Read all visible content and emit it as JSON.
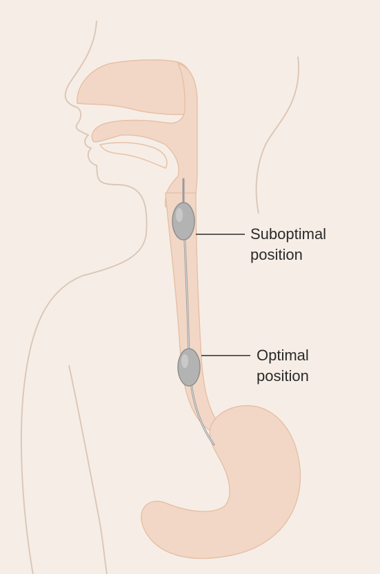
{
  "labels": {
    "suboptimal": {
      "line1": "Suboptimal",
      "line2": "position"
    },
    "optimal": {
      "line1": "Optimal",
      "line2": "position"
    }
  },
  "colors": {
    "background": "#f6eee6",
    "body_outline": "#dcc7b8",
    "tissue_fill": "#f2d7c6",
    "tissue_stroke": "#e7c0a8",
    "balloon_fill": "#b3b3b3",
    "balloon_stroke": "#8e8e8e",
    "catheter": "#9a9a9a",
    "leader_line": "#2a2a2a"
  }
}
